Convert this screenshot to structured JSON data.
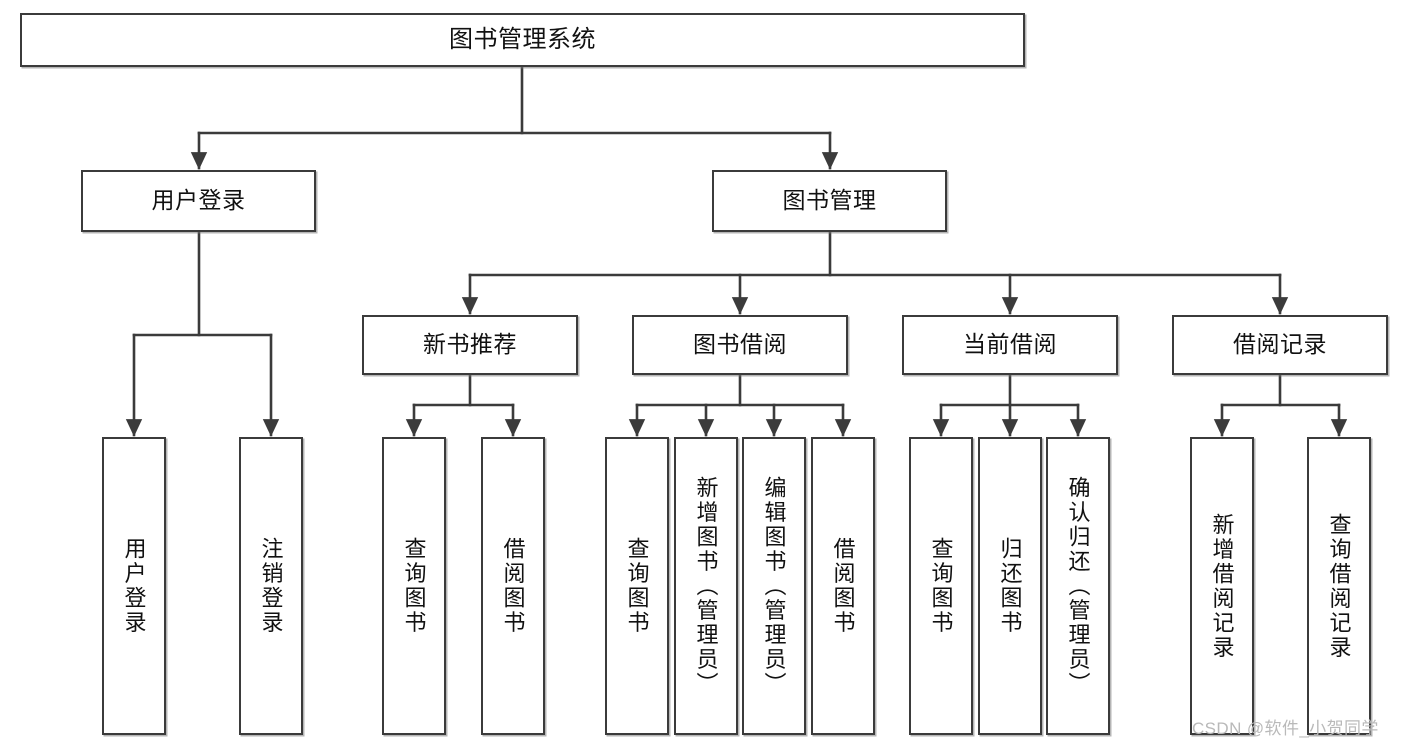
{
  "diagram": {
    "title": "图书管理系统",
    "type": "tree-hierarchy-chart",
    "orientation": "top-down",
    "line_color": "#3b3b3b",
    "box_fill": "#ffffff",
    "text_color": "#111111"
  },
  "nodes": {
    "root": {
      "label": "图书管理系统"
    },
    "level2": [
      {
        "label": "用户登录"
      },
      {
        "label": "图书管理"
      }
    ],
    "level3": [
      {
        "label": "新书推荐"
      },
      {
        "label": "图书借阅"
      },
      {
        "label": "当前借阅"
      },
      {
        "label": "借阅记录"
      }
    ],
    "leaves": {
      "user_login": [
        {
          "label": "用户登录"
        },
        {
          "label": "注销登录"
        }
      ],
      "new_book_recommend": [
        {
          "label": "查询图书"
        },
        {
          "label": "借阅图书"
        }
      ],
      "book_borrow": [
        {
          "label": "查询图书"
        },
        {
          "label": "新增图书（管理员）"
        },
        {
          "label": "编辑图书（管理员）"
        },
        {
          "label": "借阅图书"
        }
      ],
      "current_borrow": [
        {
          "label": "查询图书"
        },
        {
          "label": "归还图书"
        },
        {
          "label": "确认归还（管理员）"
        }
      ],
      "borrow_record": [
        {
          "label": "新增借阅记录"
        },
        {
          "label": "查询借阅记录"
        }
      ]
    }
  },
  "watermark": {
    "text": "CSDN @软件_小贺同学"
  }
}
